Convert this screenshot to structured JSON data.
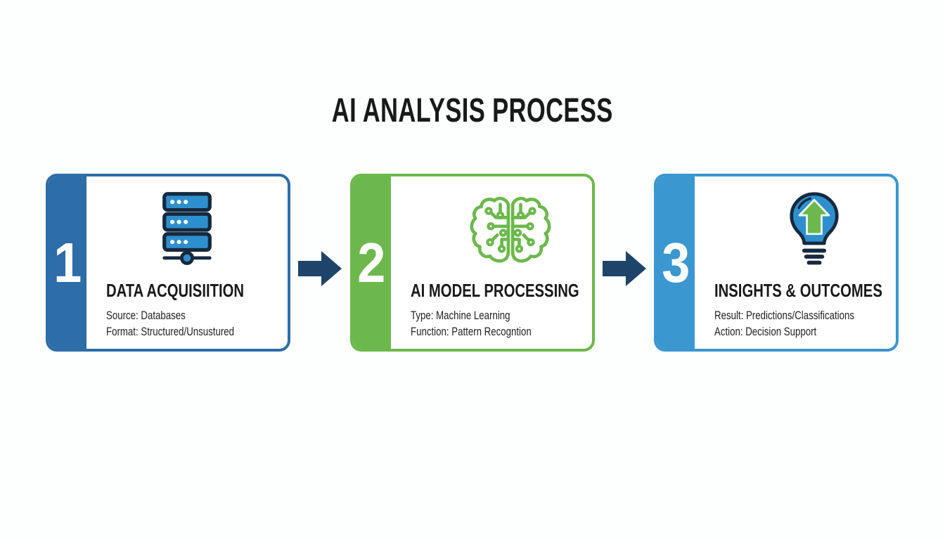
{
  "title": "AI ANALYSIS PROCESS",
  "steps": [
    {
      "number": "1",
      "icon": "database-servers-icon",
      "title": "DATA ACQUISIITION",
      "details": [
        "Source: Databases",
        "Format: Structured/Unsustured"
      ],
      "accent": "#2d6da8"
    },
    {
      "number": "2",
      "icon": "brain-circuit-icon",
      "title": "AI MODEL PROCESSING",
      "details": [
        "Type: Machine Learning",
        "Function: Pattern Recogntion"
      ],
      "accent": "#6cb84c"
    },
    {
      "number": "3",
      "icon": "lightbulb-arrow-icon",
      "title": "INSIGHTS & OUTCOMES",
      "details": [
        "Result: Predictions/Classifications",
        "Action: Decision Support"
      ],
      "accent": "#3a97d0"
    }
  ],
  "colors": {
    "background": "#fdfefe",
    "title_text": "#191919",
    "body_text": "#1f1f1f",
    "arrow": "#1e4569",
    "icon_blue_fill": "#2e8fce",
    "icon_dark_stroke": "#16293e",
    "icon_green": "#6cb84c"
  }
}
